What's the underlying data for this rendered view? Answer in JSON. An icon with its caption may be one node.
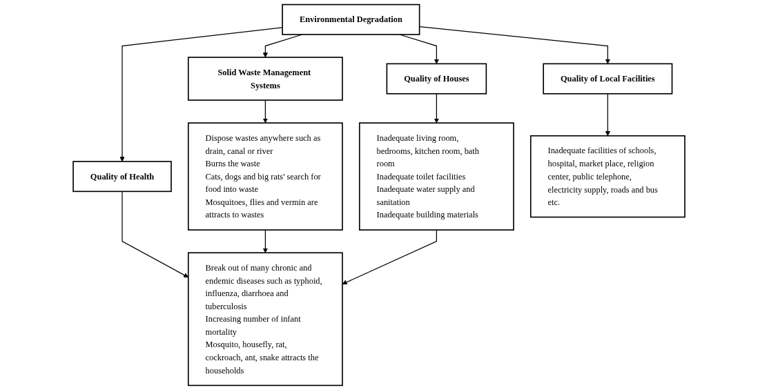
{
  "diagram": {
    "nodes": [
      {
        "text": [
          "Environmental Degradation"
        ]
      },
      {
        "text": [
          "Solid Waste Management Systems"
        ]
      },
      {
        "text": [
          "Quality of Health"
        ]
      },
      {
        "text": [
          "Quality of Houses"
        ]
      },
      {
        "text": [
          "Quality of Local Facilities"
        ]
      },
      {
        "text": [
          "Dispose wastes anywhere such as drain, canal or river",
          "Burns the waste",
          "Cats, dogs and big rats' search for food into waste",
          "Mosquitoes, flies and vermin are attracts to wastes"
        ]
      },
      {
        "text": [
          "Break out of many chronic and endemic diseases such as typhoid, influenza, diarrhoea and tuberculosis",
          "Increasing number of infant mortality",
          "Mosquito, housefly, rat, cockroach, ant, snake attracts the households"
        ]
      },
      {
        "text": [
          "Inadequate living room, bedrooms, kitchen room, bath room",
          "Inadequate toilet facilities",
          "Inadequate water supply and sanitation",
          "Inadequate building materials"
        ]
      },
      {
        "text": [
          "Inadequate facilities of schools, hospital, market place, religion center, public telephone, electricity supply, roads and bus etc."
        ]
      }
    ],
    "edges": [
      {
        "from": 0,
        "to": 1,
        "arrow": "to"
      },
      {
        "from": 0,
        "to": 2,
        "arrow": "to"
      },
      {
        "from": 0,
        "to": 3,
        "arrow": "to"
      },
      {
        "from": 0,
        "to": 4,
        "arrow": "to"
      },
      {
        "from": 1,
        "to": 5,
        "arrow": "to"
      },
      {
        "from": 2,
        "to": 6,
        "arrow": "to"
      },
      {
        "from": 3,
        "to": 7,
        "arrow": "to"
      },
      {
        "from": 4,
        "to": 8,
        "arrow": "to"
      },
      {
        "from": 5,
        "to": 6,
        "arrow": "to"
      },
      {
        "from": 7,
        "to": 6,
        "arrow": "to"
      }
    ]
  }
}
